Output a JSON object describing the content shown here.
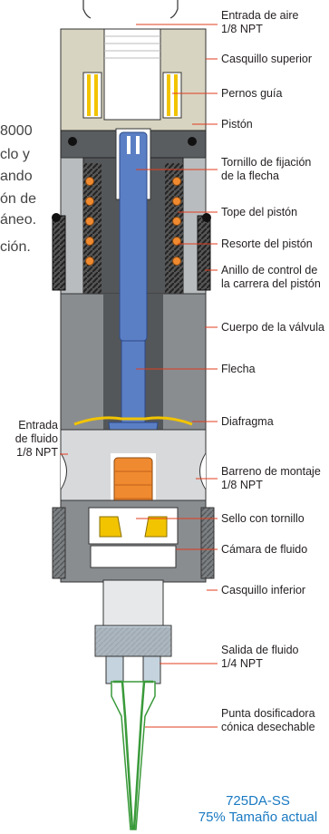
{
  "labels": {
    "air_inlet": [
      "Entrada de aire",
      "1/8 NPT"
    ],
    "upper_bushing": "Casquillo superior",
    "guide_pins": "Pernos guía",
    "piston": "Pistón",
    "shaft_screw": [
      "Tornillo de fijación",
      "de la flecha"
    ],
    "piston_stop": "Tope del pistón",
    "piston_spring": "Resorte del pistón",
    "stroke_ring": [
      "Anillo de control de",
      "la carrera del pistón"
    ],
    "valve_body": "Cuerpo de la válvula",
    "shaft": "Flecha",
    "diaphragm": "Diafragma",
    "mount_hole": [
      "Barreno de montaje",
      "1/8 NPT"
    ],
    "screw_seal": "Sello con tornillo",
    "fluid_chamber": "Cámara de fluido",
    "lower_bushing": "Casquillo inferior",
    "fluid_outlet": [
      "Salida de fluido",
      "1/4 NPT"
    ],
    "tip": [
      "Punta dosificadora",
      "cónica desechable"
    ],
    "fluid_inlet": [
      "Entrada",
      "de fluido",
      "1/8 NPT"
    ]
  },
  "left_text": [
    "8000",
    "clo y",
    "ando",
    "ón de",
    "áneo.",
    "ción."
  ],
  "model": {
    "name": "725DA-SS",
    "scale": "75% Tamaño actual"
  },
  "colors": {
    "label_line": "#e03c1e",
    "shaft": "#5b7fc4",
    "spring": "#f08a30",
    "brass": "#f2c400",
    "body": "#8a8d90",
    "cap": "#d8d4c2",
    "tip": "#3a9a3a",
    "model_text": "#1a7ac2"
  }
}
